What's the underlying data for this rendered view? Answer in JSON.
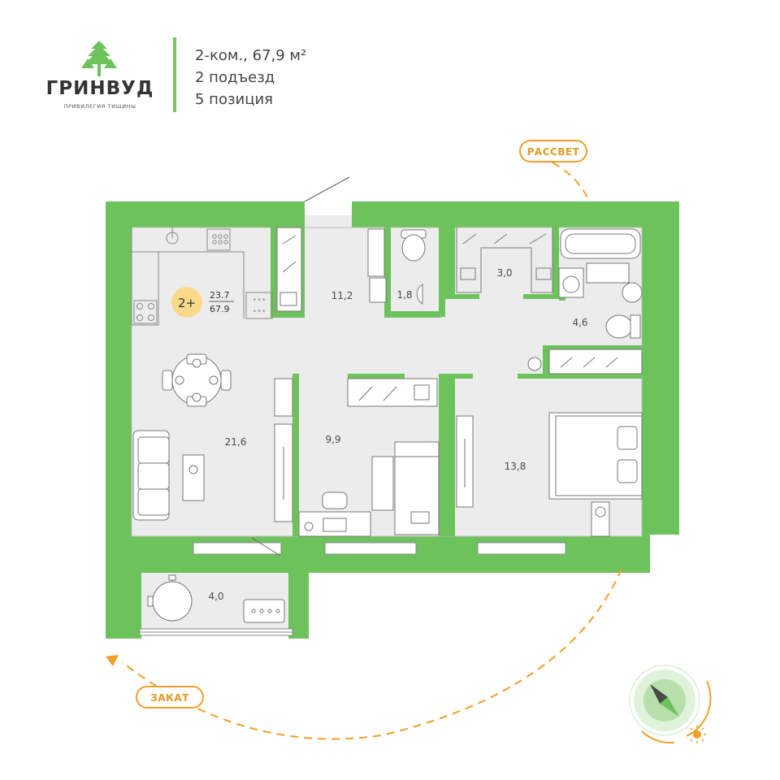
{
  "brand": {
    "name": "ГРИНВУД",
    "tagline": "ПРИВИЛЕГИЯ ТИШИНЫ"
  },
  "apartment": {
    "type_area": "2-ком., 67,9 м²",
    "entrance": "2 подъезд",
    "position": "5 позиция"
  },
  "badge": {
    "label": "2+",
    "living_area": "23.7",
    "total_area": "67.9"
  },
  "rooms": [
    {
      "id": "kitchen-living",
      "area": "21,6"
    },
    {
      "id": "hallway",
      "area": "11,2"
    },
    {
      "id": "toilet",
      "area": "1,8"
    },
    {
      "id": "wardrobe",
      "area": "3,0"
    },
    {
      "id": "bathroom",
      "area": "4,6"
    },
    {
      "id": "bedroom-small",
      "area": "9,9"
    },
    {
      "id": "bedroom-large",
      "area": "13,8"
    },
    {
      "id": "balcony",
      "area": "4,0"
    }
  ],
  "sun": {
    "sunrise": "РАССВЕТ",
    "sunset": "ЗАКАТ"
  },
  "colors": {
    "wall": "#6cc35b",
    "floor": "#ececec",
    "accent": "#f0a028",
    "badge": "#fbd98a"
  },
  "icons": [
    "tree-logo-icon",
    "compass-icon",
    "sun-icon"
  ]
}
